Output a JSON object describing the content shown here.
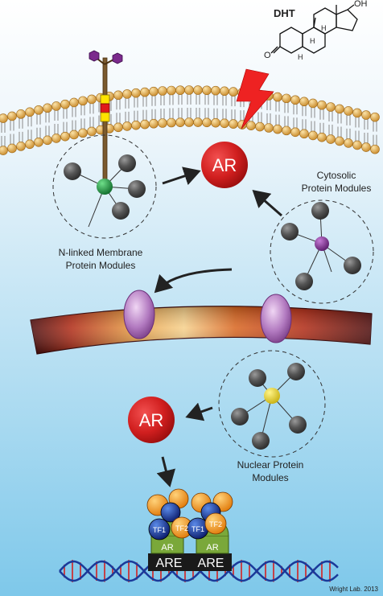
{
  "hormone": {
    "name": "DHT",
    "ring_labels": [
      "O",
      "H",
      "H",
      "H",
      "OH"
    ]
  },
  "nodes": {
    "ar_cytoplasm": "AR",
    "ar_nucleus": "AR"
  },
  "labels": {
    "membrane_modules_line1": "N-linked Membrane",
    "membrane_modules_line2": "Protein Modules",
    "cytosolic_line1": "Cytosolic",
    "cytosolic_line2": "Protein Modules",
    "nuclear_line1": "Nuclear Protein",
    "nuclear_line2": "Modules"
  },
  "transcription_complex": {
    "tf_labels": [
      "TF1",
      "TF2",
      "TF1",
      "TF2"
    ],
    "ar_labels": [
      "AR",
      "AR"
    ],
    "are_labels": [
      "ARE",
      "ARE"
    ]
  },
  "credit": "Wright Lab. 2013",
  "colors": {
    "ar_red": "#d11f1f",
    "hub_green": "#1a8f3a",
    "hub_purple": "#7b2a8c",
    "hub_yellow": "#e6d21a",
    "lipid_head": "#e8b45a",
    "lightning": "#ee2222",
    "background_bottom": "#7ec8ea"
  }
}
